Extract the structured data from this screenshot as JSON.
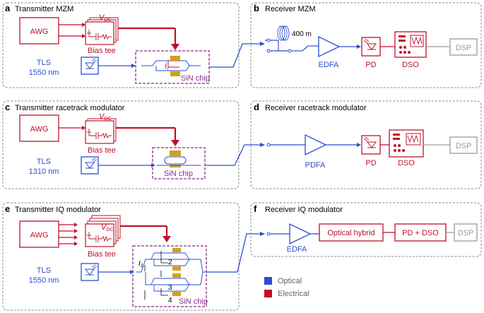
{
  "panels": {
    "a": {
      "letter": "a",
      "title": "Transmitter MZM",
      "awg": "AWG",
      "bias_tee": "Bias tee",
      "vdc": "V",
      "vdc_sub": "DC",
      "tls": "TLS",
      "tls_wl": "1550 nm",
      "chip": "SiN chip",
      "ic": "I",
      "ic_sub": "c"
    },
    "b": {
      "letter": "b",
      "title": "Receiver MZM",
      "fiber": "400 m",
      "amp": "EDFA",
      "pd": "PD",
      "dso": "DSO",
      "dsp": "DSP"
    },
    "c": {
      "letter": "c",
      "title": "Transmitter racetrack modulator",
      "awg": "AWG",
      "bias_tee": "Bias tee",
      "vdc": "V",
      "vdc_sub": "DC",
      "tls": "TLS",
      "tls_wl": "1310 nm",
      "chip": "SiN chip"
    },
    "d": {
      "letter": "d",
      "title": "Receiver racetrack modulator",
      "amp": "PDFA",
      "pd": "PD",
      "dso": "DSO",
      "dsp": "DSP"
    },
    "e": {
      "letter": "e",
      "title": "Transmitter IQ modulator",
      "awg": "AWG",
      "bias_tee": "Bias tee",
      "vdc": "V",
      "vdc_sub": "DC",
      "tls": "TLS",
      "tls_wl": "1550 nm",
      "chip": "SiN chip",
      "i1": "I",
      "i1_sub": "1",
      "n2": "2",
      "n3": "3",
      "n4": "4"
    },
    "f": {
      "letter": "f",
      "title": "Receiver IQ modulator",
      "amp": "EDFA",
      "hybrid": "Optical hybrid",
      "pd_dso": "PD + DSO",
      "dsp": "DSP"
    }
  },
  "legend": {
    "optical": "Optical",
    "electrical": "Electrical"
  },
  "colors": {
    "optical": "#2b4fd0",
    "electrical": "#c0102a",
    "chip": "#8b2f8b",
    "gold": "#d4a017",
    "gray": "#9a9a9a"
  }
}
